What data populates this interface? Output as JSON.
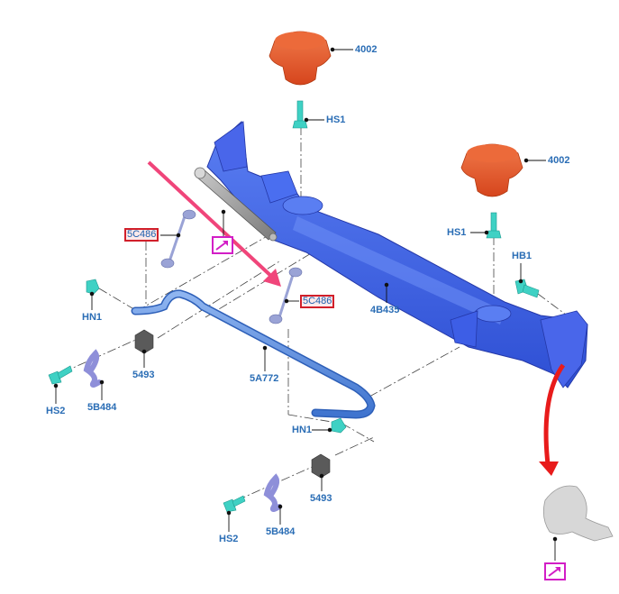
{
  "diagram": {
    "title": "Rear suspension - stabilizer bar and crossmember exploded view",
    "colors": {
      "label_text": "#2a6db5",
      "highlight_border": "#d11f2a",
      "reference_box": "#d21ec6",
      "crossmember": "#3d5ee6",
      "stabilizer_bar": "#5b8fe0",
      "fasteners": "#3fd1c4",
      "isolator": "#e2572b",
      "arrow": "#e81b1b",
      "pink_arrow": "#f0457a"
    },
    "labels": {
      "isolator_top": "4002",
      "isolator_right": "4002",
      "hs1_top": "HS1",
      "hs1_right": "HS1",
      "hb1": "HB1",
      "link_left": "5C486",
      "link_right": "5C486",
      "crossmember": "4B435",
      "hn1_left": "HN1",
      "hn1_bottom": "HN1",
      "bushing_left": "5493",
      "bushing_bottom": "5493",
      "bracket_left": "5B484",
      "bracket_bottom": "5B484",
      "bolt_left": "HS2",
      "bolt_bottom": "HS2",
      "stabilizer_bar": "5A772"
    },
    "highlighted_parts": [
      "5C486"
    ],
    "reference_icons": [
      "shock-absorber-reference",
      "knuckle-reference"
    ]
  }
}
